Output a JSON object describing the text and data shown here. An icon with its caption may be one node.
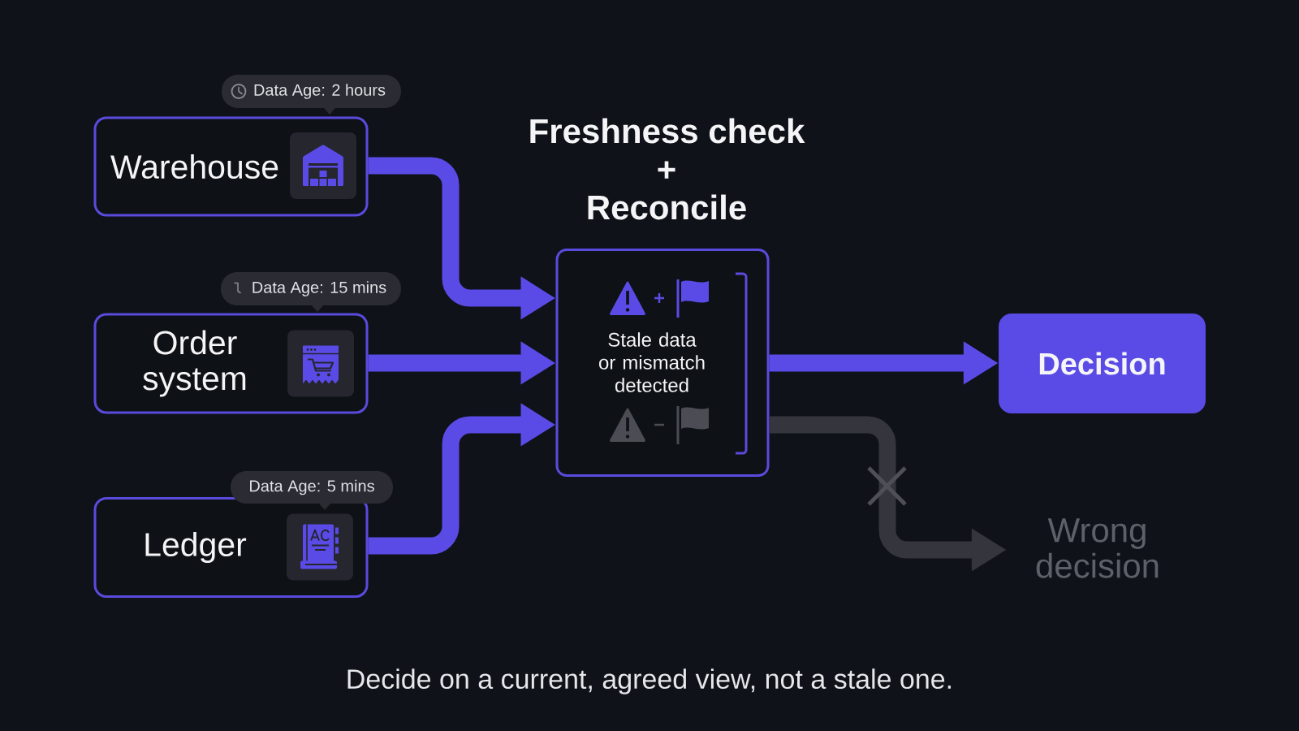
{
  "diagram": {
    "nodes": [
      {
        "text": [
          "Warehouse"
        ],
        "beside": [
          "Data Age: 2 hours"
        ]
      },
      {
        "text": [
          "Order system"
        ],
        "beside": [
          "Data Age: 15 mins"
        ]
      },
      {
        "text": [
          "Ledger"
        ],
        "beside": [
          "Data Age: 5 mins"
        ]
      },
      {
        "text": [
          "Freshness check + Reconcile",
          "Stale data or mismatch detected"
        ]
      },
      {
        "text": [
          "Decision"
        ]
      },
      {
        "text": [
          "Wrong decision"
        ]
      }
    ],
    "edges": [
      {
        "from": 0,
        "to": 3,
        "arrow": "to"
      },
      {
        "from": 1,
        "to": 3,
        "arrow": "to"
      },
      {
        "from": 2,
        "to": 3,
        "arrow": "to"
      },
      {
        "from": 3,
        "to": 4,
        "arrow": "to"
      },
      {
        "from": 3,
        "to": 5,
        "arrow": "to",
        "color": "#34353d"
      }
    ],
    "caption": "Decide on a current, agreed view, not a stale one."
  }
}
